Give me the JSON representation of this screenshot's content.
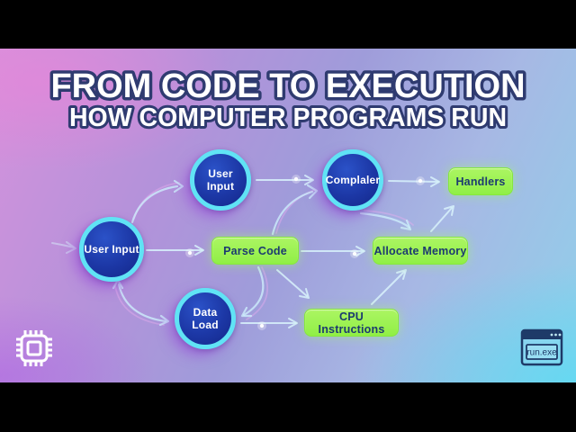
{
  "title": {
    "line1": "FROM CODE TO EXECUTION",
    "line2": "HOW COMPUTER PROGRAMS RUN"
  },
  "diagram": {
    "circles": [
      {
        "id": "user-input-main",
        "label": "User Input"
      },
      {
        "id": "user-input-top",
        "label": "User Input"
      },
      {
        "id": "compiler",
        "label": "Complaler"
      },
      {
        "id": "data-load",
        "label": "Data Load"
      }
    ],
    "boxes": [
      {
        "id": "handlers",
        "label": "Handlers"
      },
      {
        "id": "parse-code",
        "label": "Parse Code"
      },
      {
        "id": "allocate-memory",
        "label": "Allocate Memory"
      },
      {
        "id": "cpu-instructions",
        "label": "CPU Instructions"
      }
    ],
    "edges": [
      "user-input-main -> user-input-top",
      "user-input-top -> compiler",
      "compiler -> handlers",
      "user-input-main -> parse-code",
      "parse-code -> compiler",
      "parse-code -> allocate-memory",
      "compiler -> allocate-memory",
      "allocate-memory -> handlers",
      "user-input-main <-> data-load",
      "parse-code -> data-load",
      "parse-code -> cpu-instructions",
      "data-load -> cpu-instructions",
      "cpu-instructions -> allocate-memory"
    ]
  },
  "badges": {
    "window_label": "run.exe"
  },
  "colors": {
    "letterbox": "#000000",
    "circle_fill": "#1c37a5",
    "circle_border": "#60e3f5",
    "box_fill": "#9af14e",
    "box_text": "#1c3a70",
    "arrow": "#d8f2fb",
    "title_fill": "#ffffff",
    "title_stroke": "#2f3b70",
    "bg_pink": "#d592dc",
    "bg_purple": "#9f9cda",
    "bg_cyan": "#8fd0ea"
  }
}
